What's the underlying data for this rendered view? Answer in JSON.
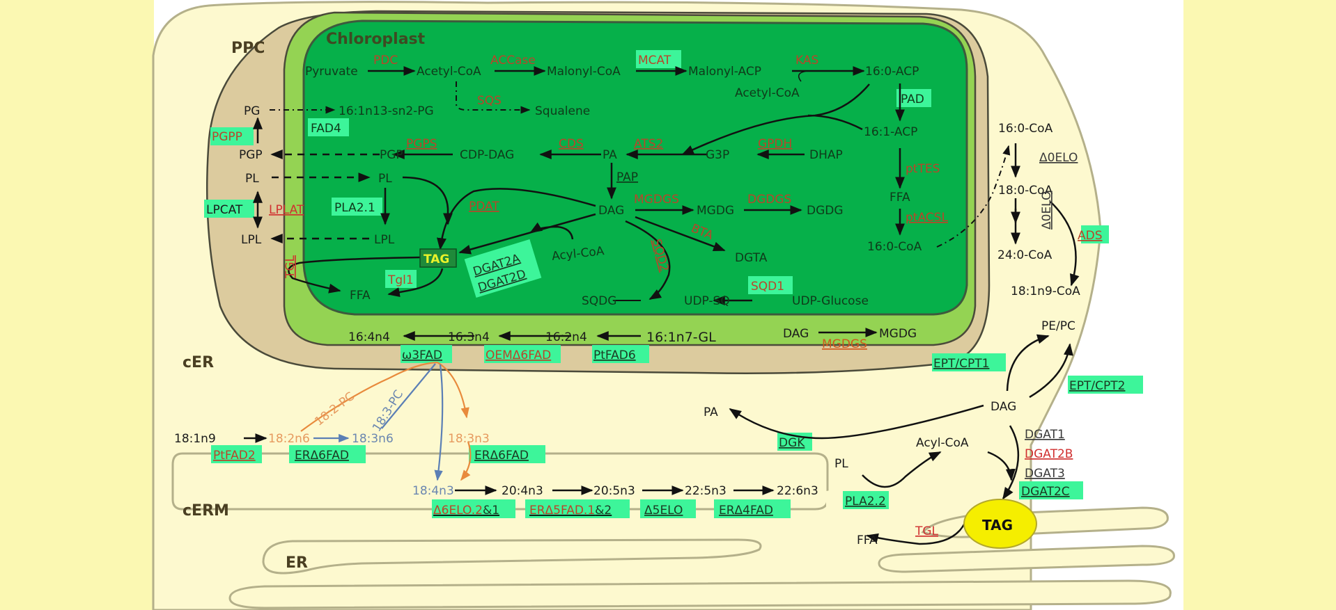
{
  "colors": {
    "outer_band": "#fbf8b2",
    "cytoplasm": "#fdf9cf",
    "ppc": "#dccb9e",
    "chloroplast_envelope": "#94d353",
    "stroma": "#06b04a",
    "enzyme_highlight": "#3df59a",
    "enzyme_text": "#b8462a",
    "lipid_droplet": "#f5ee00",
    "arrow_orange": "#e88a3c",
    "arrow_blue": "#5b7fb5"
  },
  "compartments": {
    "ppc": "PPC",
    "chloroplast": "Chloroplast",
    "cer": "cER",
    "cerm": "cERM",
    "er": "ER"
  },
  "chloroplast": {
    "pyruvate": "Pyruvate",
    "pdc": "PDC",
    "acetyl_coa": "Acetyl-CoA",
    "accase": "ACCase",
    "malonyl_coa": "Malonyl-CoA",
    "mcat": "MCAT",
    "malonyl_acp": "Malonyl-ACP",
    "kas": "KAS",
    "acetyl_coa_2": "Acetyl-CoA",
    "c16_0_acp": "16:0-ACP",
    "pad": "PAD",
    "c16_1_acp": "16:1-ACP",
    "pttes": "ptTES",
    "ffa": "FFA",
    "ptacsl": "ptACSL",
    "c16_0_coa": "16:0-CoA",
    "sqs": "SQS",
    "squalene": "Squalene",
    "pg_product": "16:1n13-sn2-PG",
    "fad4": "FAD4",
    "pgp": "PGP",
    "pgps": "PGPS",
    "cdp_dag": "CDP-DAG",
    "cds": "CDS",
    "pa": "PA",
    "ats2": "ATS2",
    "g3p": "G3P",
    "gpdh": "GPDH",
    "dhap": "DHAP",
    "pap": "PAP",
    "dag": "DAG",
    "mgdgs": "MGDGS",
    "mgdg": "MGDG",
    "dgdgs": "DGDGS",
    "dgdg": "DGDG",
    "bta": "BTA",
    "dgta": "DGTA",
    "sqd2": "SQD2",
    "sqdg": "SQDG",
    "udp_sq": "UDP-SQ",
    "sqd1": "SQD1",
    "udp_glucose": "UDP-Glucose",
    "pl": "PL",
    "pla2_1": "PLA2.1",
    "lpl": "LPL",
    "pdat": "PDAT",
    "tag": "TAG",
    "dgat2a": "DGAT2A",
    "dgat2d": "DGAT2D",
    "acyl_coa": "Acyl-CoA",
    "tgl1": "Tgl1",
    "ffa_2": "FFA"
  },
  "envelope": {
    "c16_4n4": "16:4n4",
    "c16_3n4": "16:3n4",
    "c16_2n4": "16:2n4",
    "c16_1n7_gl": "16:1n7-GL",
    "w3fad": "ω3FAD",
    "oemd6fad": "OEMΔ6FAD",
    "ptfad6": "PtFAD6",
    "dag": "DAG",
    "mgdg": "MGDG",
    "mgdgs": "MGDGS"
  },
  "ppc": {
    "pg": "PG",
    "pgpp": "PGPP",
    "pgp": "PGP",
    "pl": "PL",
    "lpcat": "LPCAT",
    "lplat": "LPLAT",
    "lpl": "LPL",
    "tgl": "TGL"
  },
  "cer": {
    "c18_1n9": "18:1n9",
    "c18_2n6": "18:2n6",
    "c18_3n6": "18:3n6",
    "c18_3n3": "18:3n3",
    "c18_2_pc": "18:2-PC",
    "c18_3_pc": "18:3-PC",
    "ptfad2": "PtFAD2",
    "erd6fad_1": "ERΔ6FAD",
    "erd6fad_2": "ERΔ6FAD"
  },
  "cerm": {
    "c18_4n3": "18:4n3",
    "c20_4n3": "20:4n3",
    "c20_5n3": "20:5n3",
    "c22_5n3": "22:5n3",
    "c22_6n3": "22:6n3",
    "d6elo_a": "Δ6ELO.2",
    "d6elo_b": "&1",
    "erd5fad_a": "ERΔ5FAD.1",
    "erd5fad_b": "&2",
    "d5elo": "Δ5ELO",
    "erd4fad": "ERΔ4FAD"
  },
  "cytoplasm": {
    "c16_0_coa": "16:0-CoA",
    "d0elo_1": "Δ0ELO",
    "c18_0_coa": "18:0-CoA",
    "d0elo_2": "Δ0ELO",
    "c24_0_coa": "24:0-CoA",
    "ads": "ADS",
    "c18_1n9_coa": "18:1n9-CoA",
    "pe_pc": "PE/PC",
    "ept_cpt1": "EPT/CPT1",
    "ept_cpt2": "EPT/CPT2",
    "dag": "DAG",
    "pa": "PA",
    "dgk": "DGK",
    "pl": "PL",
    "acyl_coa": "Acyl-CoA",
    "dgat1": "DGAT1",
    "dgat2b": "DGAT2B",
    "dgat3": "DGAT3",
    "dgat2c": "DGAT2C",
    "pla2_2": "PLA2.2",
    "tag": "TAG",
    "tgl": "TGL",
    "ffa": "FFA"
  }
}
